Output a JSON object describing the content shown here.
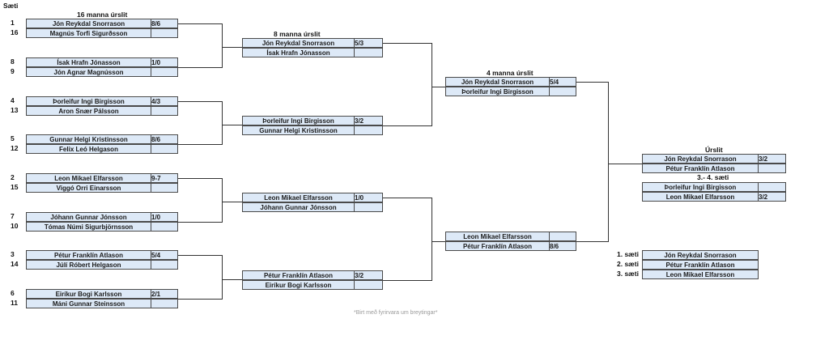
{
  "seats_label": "Sæti",
  "round_titles": {
    "r16": "16 manna úrslit",
    "qf": "8 manna úrslit",
    "sf": "4 manna úrslit",
    "final": "Úrslit",
    "third": "3.- 4. sæti"
  },
  "r16": [
    {
      "seed": "1",
      "name": "Jón Reykdal Snorrason",
      "score": "8/6"
    },
    {
      "seed": "16",
      "name": "Magnús Torfi Sigurðsson",
      "score": ""
    },
    {
      "seed": "8",
      "name": "Ísak Hrafn Jónasson",
      "score": "1/0"
    },
    {
      "seed": "9",
      "name": "Jón Agnar Magnússon",
      "score": ""
    },
    {
      "seed": "4",
      "name": "Þorleifur Ingi Birgisson",
      "score": "4/3"
    },
    {
      "seed": "13",
      "name": "Aron Snær Pálsson",
      "score": ""
    },
    {
      "seed": "5",
      "name": "Gunnar Helgi Kristinsson",
      "score": "8/6"
    },
    {
      "seed": "12",
      "name": "Felix Leó Helgason",
      "score": ""
    },
    {
      "seed": "2",
      "name": "Leon Mikael Elfarsson",
      "score": "9-7"
    },
    {
      "seed": "15",
      "name": "Viggó Orri Einarsson",
      "score": ""
    },
    {
      "seed": "7",
      "name": "Jóhann Gunnar Jónsson",
      "score": "1/0"
    },
    {
      "seed": "10",
      "name": "Tómas Númi Sigurbjörnsson",
      "score": ""
    },
    {
      "seed": "3",
      "name": "Pétur Franklín Atlason",
      "score": "5/4"
    },
    {
      "seed": "14",
      "name": "Júlí Róbert Helgason",
      "score": ""
    },
    {
      "seed": "6",
      "name": "Eiríkur Bogi Karlsson",
      "score": "2/1"
    },
    {
      "seed": "11",
      "name": "Máni Gunnar Steinsson",
      "score": ""
    }
  ],
  "qf": [
    {
      "name": "Jón Reykdal Snorrason",
      "score": "5/3"
    },
    {
      "name": "Ísak Hrafn Jónasson",
      "score": ""
    },
    {
      "name": "Þorleifur Ingi Birgisson",
      "score": "3/2"
    },
    {
      "name": "Gunnar Helgi Kristinsson",
      "score": ""
    },
    {
      "name": "Leon Mikael Elfarsson",
      "score": "1/0"
    },
    {
      "name": "Jóhann Gunnar Jónsson",
      "score": ""
    },
    {
      "name": "Pétur Franklín Atlason",
      "score": "3/2"
    },
    {
      "name": "Eiríkur Bogi Karlsson",
      "score": ""
    }
  ],
  "sf": [
    {
      "name": "Jón Reykdal Snorrason",
      "score": "5/4"
    },
    {
      "name": "Þorleifur Ingi Birgisson",
      "score": ""
    },
    {
      "name": "Leon Mikael Elfarsson",
      "score": ""
    },
    {
      "name": "Pétur Franklín Atlason",
      "score": "8/6"
    }
  ],
  "final": [
    {
      "name": "Jón Reykdal Snorrason",
      "score": "3/2"
    },
    {
      "name": "Pétur Franklín Atlason",
      "score": ""
    }
  ],
  "third_place": [
    {
      "name": "Þorleifur Ingi Birgisson",
      "score": ""
    },
    {
      "name": "Leon Mikael Elfarsson",
      "score": "3/2"
    }
  ],
  "standings": [
    {
      "place": "1. sæti",
      "name": "Jón Reykdal Snorrason"
    },
    {
      "place": "2. sæti",
      "name": "Pétur Franklín Atlason"
    },
    {
      "place": "3. sæti",
      "name": "Leon Mikael Elfarsson"
    }
  ],
  "footnote": "*Birt með fyrirvara um breytingar*"
}
